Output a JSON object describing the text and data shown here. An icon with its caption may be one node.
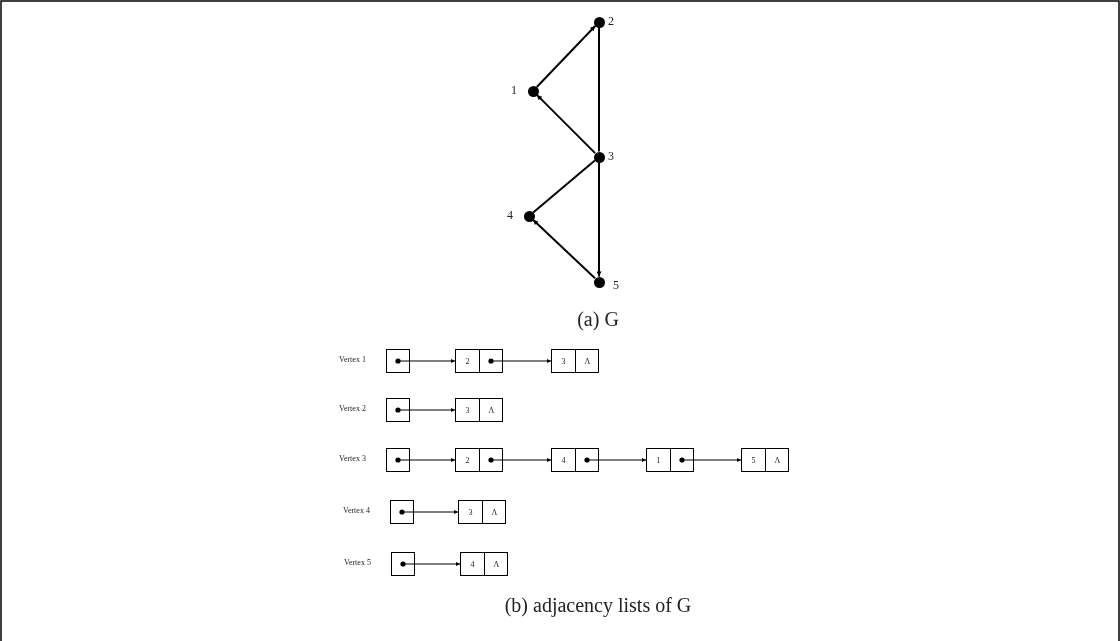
{
  "diagram": {
    "nodes": [
      {
        "text": [],
        "shape": "circle",
        "beside": [
          "1"
        ]
      },
      {
        "text": [],
        "shape": "circle",
        "beside": [
          "2"
        ]
      },
      {
        "text": [],
        "shape": "circle",
        "beside": [
          "3"
        ]
      },
      {
        "text": [],
        "shape": "circle",
        "beside": [
          "4"
        ]
      },
      {
        "text": [],
        "shape": "circle",
        "beside": [
          "5"
        ]
      },
      {
        "text": [],
        "shape": "box"
      },
      {
        "text": [
          "2"
        ]
      },
      {
        "text": [
          "3",
          "Λ"
        ]
      },
      {
        "text": [],
        "shape": "box"
      },
      {
        "text": [
          "3",
          "Λ"
        ]
      },
      {
        "text": [],
        "shape": "box"
      },
      {
        "text": [
          "2"
        ]
      },
      {
        "text": [
          "4"
        ]
      },
      {
        "text": [
          "1"
        ]
      },
      {
        "text": [
          "5",
          "Λ"
        ]
      },
      {
        "text": [],
        "shape": "box"
      },
      {
        "text": [
          "3",
          "Λ"
        ]
      },
      {
        "text": [],
        "shape": "box"
      },
      {
        "text": [
          "4",
          "Λ"
        ]
      }
    ],
    "edges": [
      {
        "from": 0,
        "to": 1,
        "arrow": "to"
      },
      {
        "from": 2,
        "to": 0,
        "arrow": "to"
      },
      {
        "from": 2,
        "to": 1,
        "arrow": "none"
      },
      {
        "from": 2,
        "to": 3,
        "arrow": "none"
      },
      {
        "from": 4,
        "to": 3,
        "arrow": "to"
      },
      {
        "from": 2,
        "to": 4,
        "arrow": "to"
      },
      {
        "from": 5,
        "to": 6,
        "arrow": "to"
      },
      {
        "from": 6,
        "to": 7,
        "arrow": "to"
      },
      {
        "from": 8,
        "to": 9,
        "arrow": "to"
      },
      {
        "from": 10,
        "to": 11,
        "arrow": "to"
      },
      {
        "from": 11,
        "to": 12,
        "arrow": "to"
      },
      {
        "from": 12,
        "to": 13,
        "arrow": "to"
      },
      {
        "from": 13,
        "to": 14,
        "arrow": "to"
      },
      {
        "from": 15,
        "to": 16,
        "arrow": "to"
      },
      {
        "from": 17,
        "to": 18,
        "arrow": "to"
      }
    ],
    "labels": [
      "(a) G",
      "Vertex 1",
      "Vertex 2",
      "Vertex 3",
      "Vertex 4",
      "Vertex 5",
      "(b) adjacency lists of G"
    ]
  }
}
